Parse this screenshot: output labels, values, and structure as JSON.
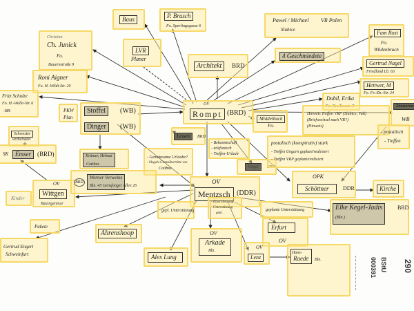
{
  "nodes": {
    "baus": {
      "name": "Baus"
    },
    "brasch": {
      "name": "P. Brasch",
      "address": "Fo. Sperlingsgasse 6"
    },
    "junick": {
      "pre": "Christian",
      "name": "Ch. Junick",
      "city": "Fo.",
      "address": "Bauernstraße 9"
    },
    "lvr": {
      "name": "LVR",
      "sub": "Planer"
    },
    "aigner": {
      "name": "Roni Aigner",
      "address": "Fo. H.-Wildt-Str. 20"
    },
    "schulze": {
      "name": "Fritz Schulze",
      "address": "Fo. H.-Wolle-Str. 6",
      "note": "-BR-"
    },
    "pawel": {
      "name": "Pawel / Michael",
      "city": "Slubice",
      "country": "VR Polen"
    },
    "architekt": {
      "name": "Architekt",
      "country": "BRD"
    },
    "geschmiedete": {
      "name": "4 Geschmiedete"
    },
    "rost": {
      "name": "Fam Rost",
      "city": "Fo.",
      "address": "Wildenbruch"
    },
    "nagel": {
      "name": "Gertrud Nagel",
      "address": "Friedland Lb. 63"
    },
    "hettwer": {
      "name": "Hettwer, M",
      "address": "Fo. Fr.-Eb.-Str. 24"
    },
    "dubil": {
      "name": "Dubil, Erika",
      "address": "Fo. Cecilienstr. 5"
    },
    "zimmermann": {
      "name": "Zimmermann",
      "country": "WB"
    },
    "rompt": {
      "tag": "OV",
      "name": "Rompt",
      "country": "(BRD)"
    },
    "middelbach": {
      "name": "Middelbach",
      "city": "Fo."
    },
    "hinweis": {
      "line1": "Hinweis Treffen VRP (Slubice, Vult)",
      "line2": "(Briefwechsel nach VR?)",
      "line3": "(Hinweis)"
    },
    "pkw": {
      "line1": "PKW",
      "line2": "Plan"
    },
    "stoffel": {
      "name": "Stoffel",
      "country": "(WB)"
    },
    "dinger": {
      "name": "Dinger",
      "country": "(WB)"
    },
    "schwester": {
      "line1": "Schwester",
      "line2": "verheiratet"
    },
    "emser": {
      "pre": "SK",
      "name": "Emser",
      "country": "(BRD)"
    },
    "lessen": {
      "name": "Lessen",
      "country": "BRD"
    },
    "kraemer": {
      "name": "Krämer, Helmut",
      "city": "Cottbus"
    },
    "urlaub_note": {
      "line1": "- Gemeinsame Urlaube?",
      "line2": "- illegale Grenzübertritte von",
      "line3": "Cottbus"
    },
    "kontakt_note": {
      "line1": "- Bekanntschaft",
      "line2": "- telefonisch",
      "line3": "- Treffen-Urlaub"
    },
    "dark_brd": {
      "name": "Vogel",
      "country": "BRD"
    },
    "postal_note": {
      "line1": "postalisch (konspirativ) stark",
      "line2": "- Treffen Ungarn geplant/realisiert",
      "line3": "- Treffen VRP geplant/realisiert"
    },
    "postal_treffen": {
      "line1": "- postalisch",
      "line2": "- Treffen"
    },
    "wittgen": {
      "tag": "OV",
      "name": "Wittgen",
      "sub": "Bauingenieur"
    },
    "kinder": {
      "name": "Kinder"
    },
    "verweins": {
      "pre": "BRD",
      "name": "Werner Verweins",
      "address": "Bln. 45 Gensfanger Allee 26"
    },
    "mentzsch": {
      "tag": "OV",
      "name": "Mentzsch",
      "country": "(DDR)"
    },
    "schoettner": {
      "tag": "OPK",
      "name": "Schöttner",
      "country": "DDR"
    },
    "kirche": {
      "name": "Kirche"
    },
    "kegel": {
      "name": "Elke Kegel-Jadis",
      "sub": "(Bln.)",
      "country": "BRD"
    },
    "unterst1": {
      "name": "gepl. Unterstützung"
    },
    "einschleusung": {
      "line1": "- Einschleusung",
      "line2": "- Unterstützung",
      "line3": "gepl."
    },
    "unterst2": {
      "name": "geplante Unterstützung"
    },
    "erfurt": {
      "name": "Erfurt",
      "tag": "OV"
    },
    "pakete": {
      "name": "Pakete"
    },
    "ahrenshoop": {
      "name": "Ahrenshoop"
    },
    "engert": {
      "name": "Gertrud Engert",
      "city": "Schweinfurt"
    },
    "lung": {
      "name": "Alex Lung"
    },
    "arkade": {
      "tag": "OV",
      "name": "Arkade",
      "city": "Bln."
    },
    "lenz": {
      "tag": "OV",
      "name": "Lenz"
    },
    "raede": {
      "pre": "Hans-",
      "name": "Raede",
      "city": "Bln."
    }
  },
  "stamp": {
    "archive": "BStU",
    "number": "000391",
    "page": "290"
  }
}
